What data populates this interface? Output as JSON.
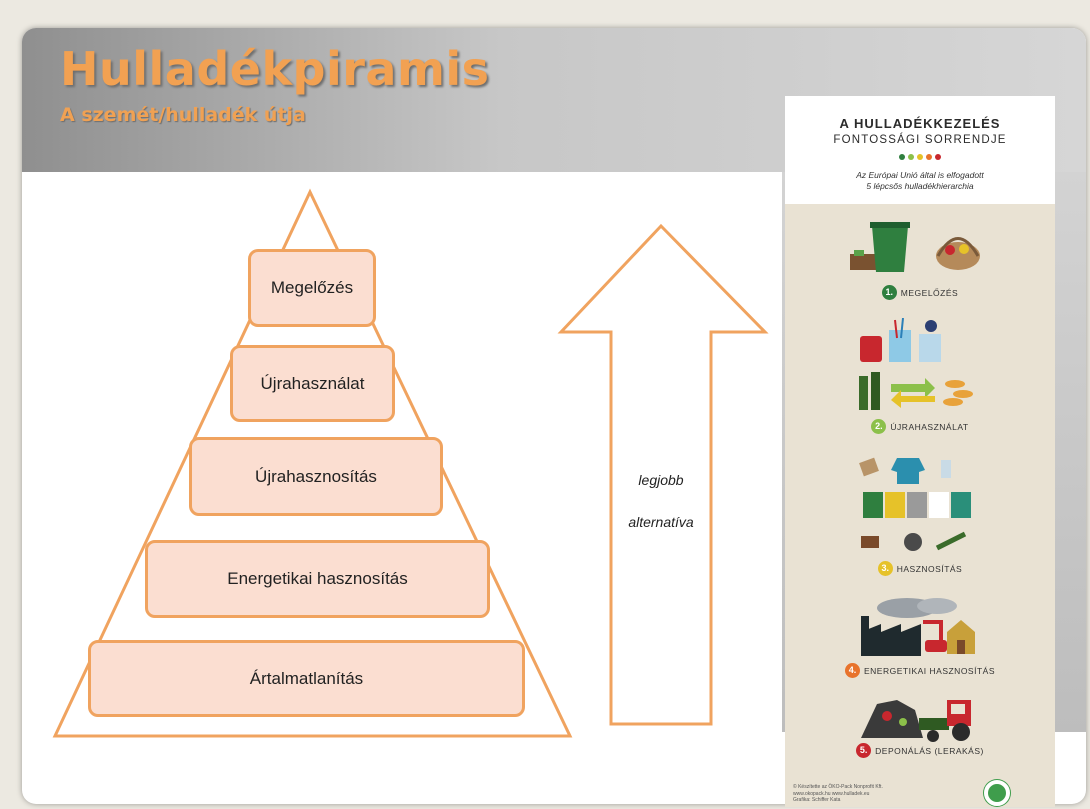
{
  "slide": {
    "title": "Hulladékpiramis",
    "subtitle": "A szemét/hulladék útja"
  },
  "pyramid": {
    "levels": [
      {
        "label": "Megelőzés"
      },
      {
        "label": "Újrahasználat"
      },
      {
        "label": "Újrahasznosítás"
      },
      {
        "label": "Energetikai hasznosítás"
      },
      {
        "label": "Ártalmatlanítás"
      }
    ],
    "colors": {
      "fill": "#fbded1",
      "stroke": "#f0a35f"
    }
  },
  "arrow": {
    "line1": "legjobb",
    "line2": "alternatíva"
  },
  "infographic": {
    "title": "A HULLADÉKKEZELÉS",
    "subtitle": "FONTOSSÁGI SORRENDJE",
    "description_line1": "Az Európai Unió által is elfogadott",
    "description_line2": "5 lépcsős hulladékhierarchia",
    "steps": [
      {
        "number": "1.",
        "label": "MEGELŐZÉS",
        "color": "#2f7f3f",
        "icon": "compost-basket-icon"
      },
      {
        "number": "2.",
        "label": "ÚJRAHASZNÁLAT",
        "color": "#8cc04a",
        "icon": "reuse-jars-bottles-icon"
      },
      {
        "number": "3.",
        "label": "HASZNOSÍTÁS",
        "color": "#e6c229",
        "icon": "recycling-bins-icon"
      },
      {
        "number": "4.",
        "label": "ENERGETIKAI HASZNOSÍTÁS",
        "color": "#e8732c",
        "icon": "factory-icon"
      },
      {
        "number": "5.",
        "label": "DEPONÁLÁS (LERAKÁS)",
        "color": "#c8272e",
        "icon": "landfill-tractor-icon"
      }
    ],
    "footer_line1": "© Készítette az ÖKO-Pack Nonprofit Kft.",
    "footer_line2": "www.okopack.hu  www.hulladek.eu",
    "footer_line3": "Grafika: Schiffer Kata",
    "logo": "okopack-logo"
  }
}
